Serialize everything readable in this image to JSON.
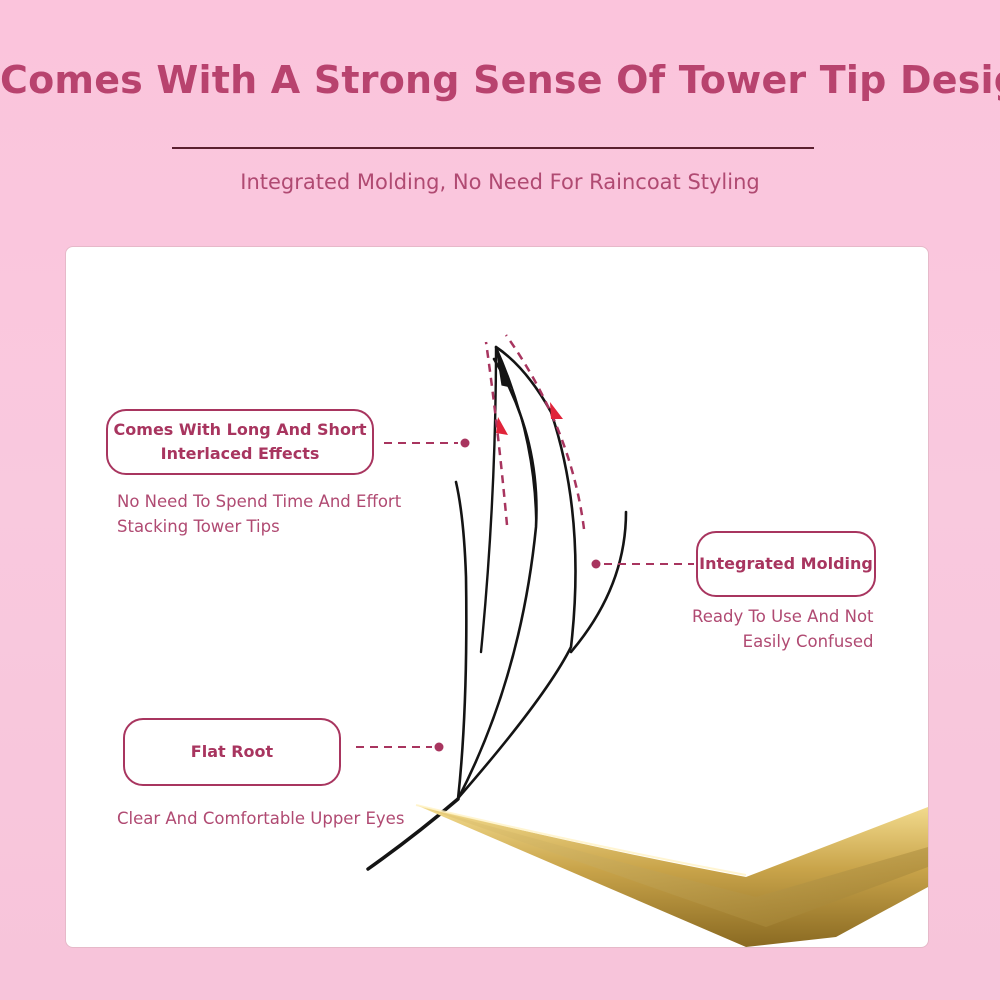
{
  "header": {
    "title": "Comes With A Strong Sense Of Tower Tip Design",
    "subtitle": "Integrated Molding, No Need For Raincoat Styling"
  },
  "callouts": {
    "interlaced": {
      "label_line1": "Comes With Long And Short",
      "label_line2": "Interlaced Effects",
      "note_line1": "No Need To Spend Time And Effort",
      "note_line2": "Stacking Tower Tips"
    },
    "molding": {
      "label": "Integrated Molding",
      "note_line1": "Ready To Use And Not",
      "note_line2": "Easily Confused"
    },
    "root": {
      "label": "Flat Root",
      "note": "Clear And Comfortable Upper Eyes"
    }
  },
  "colors": {
    "background": "#f9c9de",
    "accent": "#a8355f",
    "text": "#b04a72",
    "arrow": "#e0243a",
    "tweezer": "#c9a44a"
  },
  "icons": [
    "eyelash-fan-illustration",
    "tweezer-illustration",
    "direction-arrow-icon"
  ]
}
